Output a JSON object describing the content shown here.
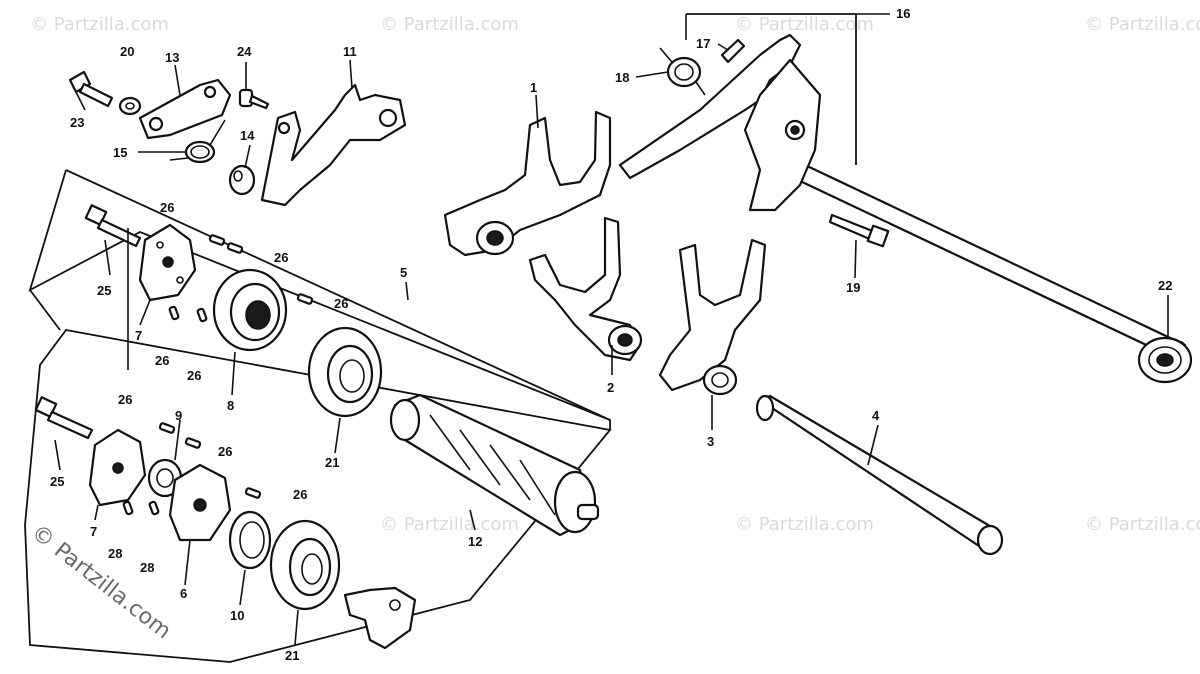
{
  "watermark": {
    "text": "© Partzilla.com",
    "corner_text": "© Partzilla.com"
  },
  "callouts": {
    "c1": "1",
    "c2": "2",
    "c3": "3",
    "c4": "4",
    "c5": "5",
    "c6": "6",
    "c7a": "7",
    "c7b": "7",
    "c8": "8",
    "c9": "9",
    "c10": "10",
    "c11": "11",
    "c12": "12",
    "c13": "13",
    "c14": "14",
    "c15": "15",
    "c16": "16",
    "c17": "17",
    "c18": "18",
    "c19": "19",
    "c20": "20",
    "c21a": "21",
    "c21b": "21",
    "c22": "22",
    "c23": "23",
    "c24": "24",
    "c25a": "25",
    "c25b": "25",
    "c26a": "26",
    "c26b": "26",
    "c26c": "26",
    "c26d": "26",
    "c26e": "26",
    "c26f": "26",
    "c26g": "26",
    "c26h": "26",
    "c28a": "28",
    "c28b": "28"
  }
}
